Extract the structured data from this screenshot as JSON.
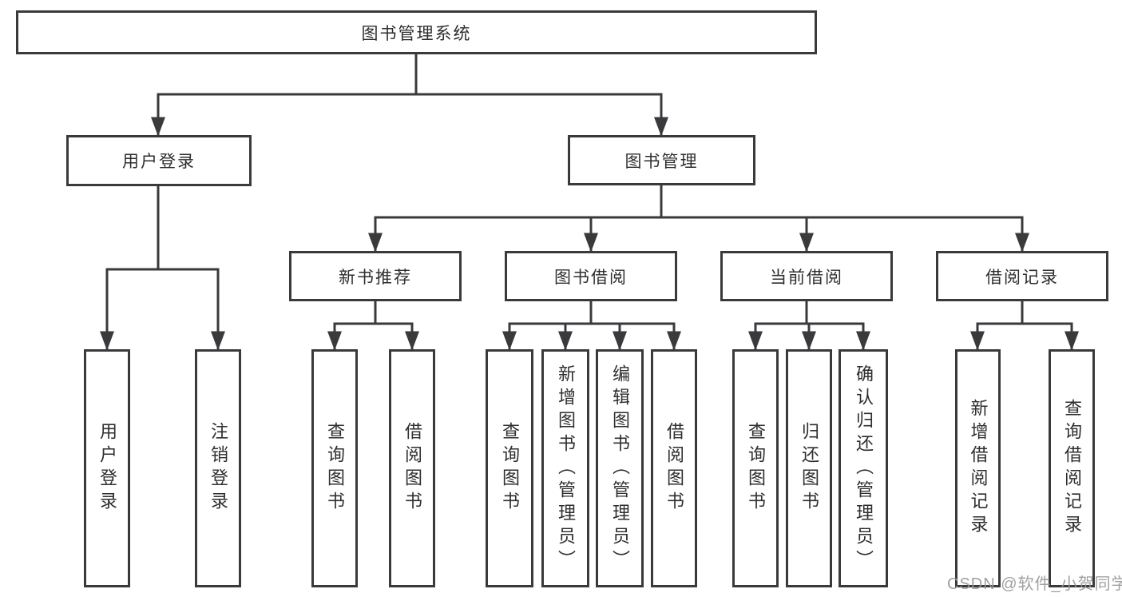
{
  "diagram": {
    "root": {
      "label": "图书管理系统"
    },
    "level2": {
      "user_login": "用户登录",
      "book_management": "图书管理"
    },
    "level3": {
      "new_book": "新书推荐",
      "book_borrow": "图书借阅",
      "current_borrow": "当前借阅",
      "borrow_record": "借阅记录"
    },
    "leaves": {
      "login": [
        "用户登录",
        "注销登录"
      ],
      "new_book": [
        "查询图书",
        "借阅图书"
      ],
      "book_borrow": [
        "查询图书",
        "新增图书（管理员）",
        "编辑图书（管理员）",
        "借阅图书"
      ],
      "current_borrow": [
        "查询图书",
        "归还图书",
        "确认归还（管理员）"
      ],
      "borrow_record": [
        "新增借阅记录",
        "查询借阅记录"
      ]
    },
    "watermark": "CSDN @软件_小贺同学",
    "colors": {
      "line": "#3a3a3c",
      "box_border": "#3a3a3c",
      "text": "#2e2e30",
      "watermark": "#98989b",
      "background": "#ffffff"
    }
  }
}
